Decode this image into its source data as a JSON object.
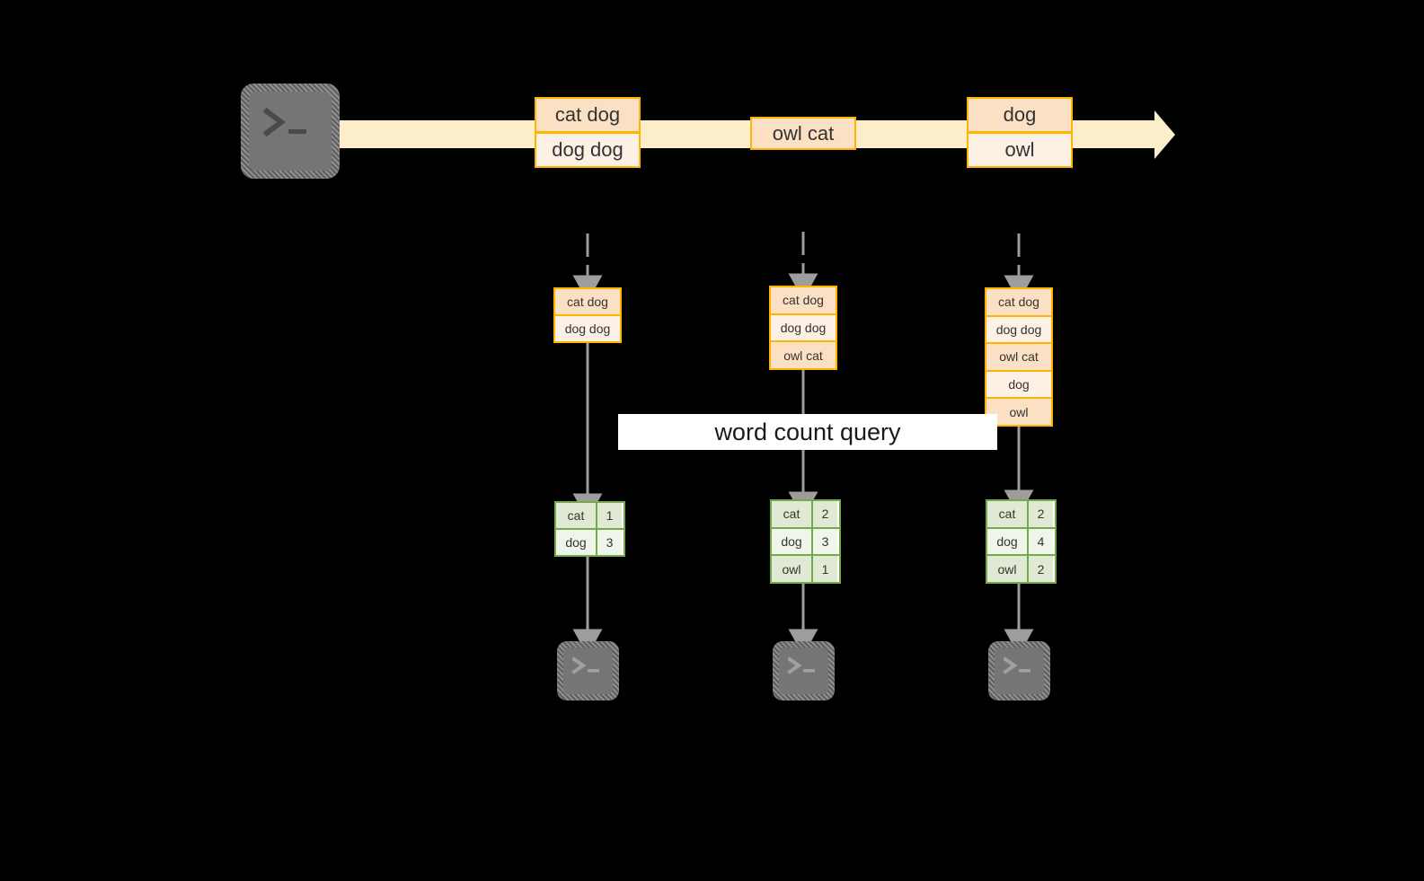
{
  "diagram": {
    "title": "word count query",
    "colors": {
      "background": "#000000",
      "stream_band": "#fdeecb",
      "record_border": "#ffb400",
      "record_fill_dark": "#fbe0c3",
      "record_fill_light": "#fdf1e6",
      "table_border": "#74a94c",
      "table_fill_dark": "#dfe9d3",
      "table_fill_light": "#f0f5ea",
      "arrow": "#9d9d9d",
      "terminal_fill": "#757575",
      "banner_fill": "#ffffff",
      "text": "#333333"
    }
  },
  "source": {
    "icon": "terminal-icon",
    "label": ""
  },
  "stream": {
    "direction": "left-to-right",
    "groups": [
      {
        "name": "batch-1",
        "records": [
          {
            "text": "cat dog",
            "shade": "dark"
          },
          {
            "text": "dog dog",
            "shade": "light"
          }
        ]
      },
      {
        "name": "batch-2",
        "records": [
          {
            "text": "owl cat",
            "shade": "dark"
          }
        ]
      },
      {
        "name": "batch-3",
        "records": [
          {
            "text": "dog",
            "shade": "dark"
          },
          {
            "text": "owl",
            "shade": "light"
          }
        ]
      }
    ]
  },
  "columns": [
    {
      "name": "snapshot-1",
      "state": [
        {
          "text": "cat dog",
          "shade": "dark"
        },
        {
          "text": "dog dog",
          "shade": "light"
        }
      ],
      "result": {
        "rows": [
          {
            "word": "cat",
            "count": "1",
            "shade": "dark"
          },
          {
            "word": "dog",
            "count": "3",
            "shade": "light"
          }
        ]
      },
      "sink": {
        "icon": "terminal-icon"
      }
    },
    {
      "name": "snapshot-2",
      "state": [
        {
          "text": "cat dog",
          "shade": "dark"
        },
        {
          "text": "dog dog",
          "shade": "light"
        },
        {
          "text": "owl cat",
          "shade": "dark"
        }
      ],
      "result": {
        "rows": [
          {
            "word": "cat",
            "count": "2",
            "shade": "dark"
          },
          {
            "word": "dog",
            "count": "3",
            "shade": "light"
          },
          {
            "word": "owl",
            "count": "1",
            "shade": "dark"
          }
        ]
      },
      "sink": {
        "icon": "terminal-icon"
      }
    },
    {
      "name": "snapshot-3",
      "state": [
        {
          "text": "cat dog",
          "shade": "dark"
        },
        {
          "text": "dog dog",
          "shade": "light"
        },
        {
          "text": "owl cat",
          "shade": "dark"
        },
        {
          "text": "dog",
          "shade": "light"
        },
        {
          "text": "owl",
          "shade": "dark"
        }
      ],
      "result": {
        "rows": [
          {
            "word": "cat",
            "count": "2",
            "shade": "dark"
          },
          {
            "word": "dog",
            "count": "4",
            "shade": "light"
          },
          {
            "word": "owl",
            "count": "2",
            "shade": "dark"
          }
        ]
      },
      "sink": {
        "icon": "terminal-icon"
      }
    }
  ]
}
